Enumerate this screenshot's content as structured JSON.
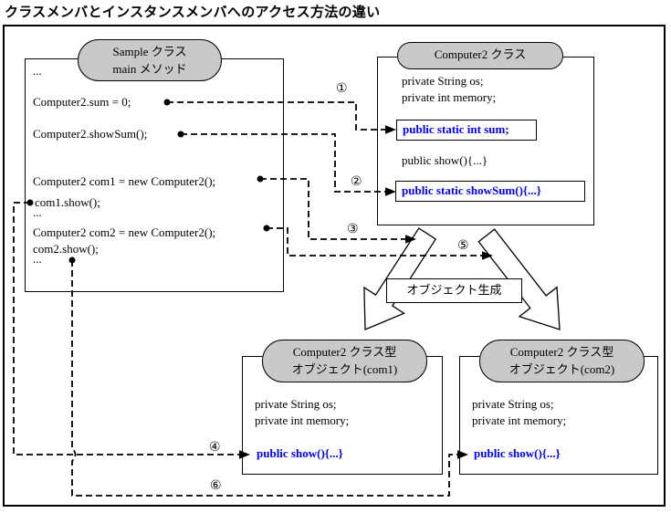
{
  "title": "クラスメンバとインスタンスメンバへのアクセス方法の違い",
  "colors": {
    "highlight_blue": "#0000ff",
    "bubble_gray": "#c9c9c9",
    "line_black": "#000000",
    "background": "#ffffff"
  },
  "sample_box": {
    "bubble": [
      "Sample クラス",
      "main メソッド"
    ],
    "lines": [
      "...",
      "Computer2.sum = 0;",
      "Computer2.showSum();",
      "Computer2 com1 = new Computer2();",
      "com1.show();",
      "...",
      "Computer2 com2 = new Computer2();",
      "com2.show();",
      "..."
    ]
  },
  "class_box": {
    "bubble": "Computer2 クラス",
    "field_os": "private String os;",
    "field_memory": "private int memory;",
    "static_field": "public static int sum;",
    "method_show": "public show(){...}",
    "static_method": "public static showSum(){...}"
  },
  "creation_label": "オブジェクト生成",
  "com1_box": {
    "bubble": [
      "Computer2 クラス型",
      "オブジェクト(com1)"
    ],
    "field_os": "private String os;",
    "field_memory": "private int memory;",
    "method_show": "public show(){...}"
  },
  "com2_box": {
    "bubble": [
      "Computer2 クラス型",
      "オブジェクト(com2)"
    ],
    "field_os": "private String os;",
    "field_memory": "private int memory;",
    "method_show": "public show(){...}"
  },
  "markers": {
    "n1": "①",
    "n2": "②",
    "n3": "③",
    "n4": "④",
    "n5": "⑤",
    "n6": "⑥"
  }
}
